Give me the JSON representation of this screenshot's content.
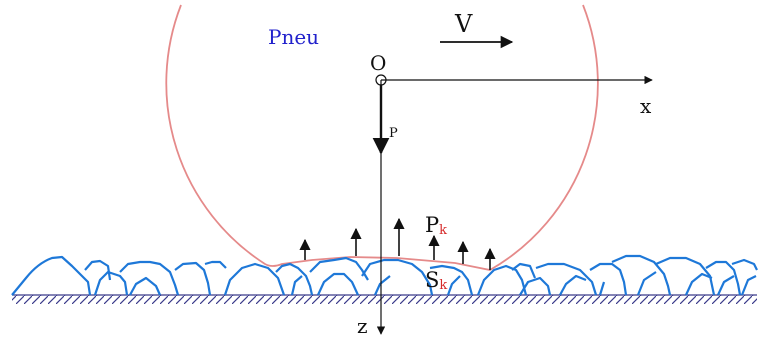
{
  "labels": {
    "tire": "Pneu",
    "velocity": "V",
    "origin": "O",
    "x_axis": "x",
    "z_axis": "z",
    "load": "P",
    "contact_force": "P",
    "contact_force_sub": "k",
    "contact_area": "S",
    "contact_area_sub": "k"
  },
  "colors": {
    "tire_outline": "#e58a8a",
    "road_stones": "#1e78d8",
    "tire_label": "#2222cc",
    "subscript": "#d62a2a",
    "ink": "#111111",
    "ground_hatch": "#3a3a8a"
  }
}
